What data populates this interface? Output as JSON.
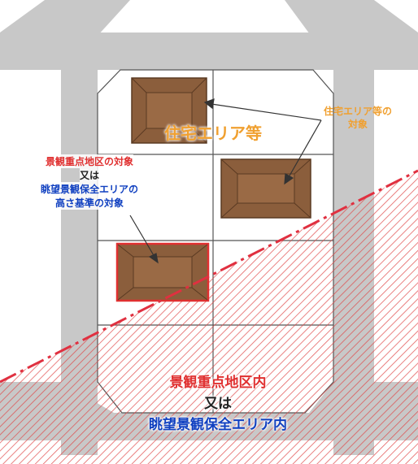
{
  "labels": {
    "residential_area_main": "住宅エリア等",
    "residential_area_callout_line1": "住宅エリア等の",
    "residential_area_callout_line2": "対象",
    "target_line1": "景観重点地区の対象",
    "target_line2": "又は",
    "target_line3": "眺望景観保全エリアの",
    "target_line4": "高さ基準の対象",
    "zone_line1": "景観重点地区内",
    "zone_line2": "又は",
    "zone_line3": "眺望景観保全エリア内"
  },
  "colors": {
    "road": "#c8c8c8",
    "block_fill": "#ffffff",
    "grid_line": "#555555",
    "house": "#8b5e3c",
    "house_dark": "#5a3a22",
    "target_border": "#e03030",
    "boundary_line": "#e03040",
    "hatch": "#e04848",
    "orange_text": "#f0a030",
    "red_text": "#e03030",
    "blue_text": "#1040c0",
    "black_text": "#222222"
  }
}
